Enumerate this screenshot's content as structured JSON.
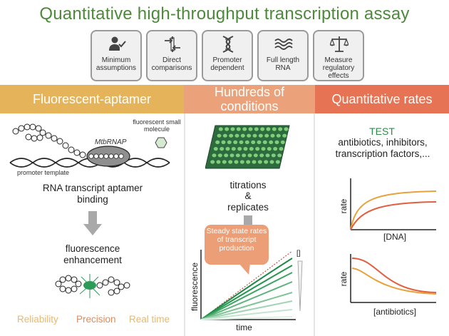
{
  "title": "Quantitative high-throughput transcription assay",
  "features": [
    {
      "label": "Minimum assumptions",
      "icon": "person-check-icon"
    },
    {
      "label": "Direct comparisons",
      "icon": "compare-arrows-icon"
    },
    {
      "label": "Promoter dependent",
      "icon": "dna-icon"
    },
    {
      "label": "Full length RNA",
      "icon": "waves-icon"
    },
    {
      "label": "Measure regulatory effects",
      "icon": "scale-icon"
    }
  ],
  "sections": {
    "fluorescent": {
      "header": "Fluorescent-aptamer",
      "mtb_label": "MtbRNAP",
      "small_molecule_label": "fluorescent small molecule",
      "promoter_label": "promoter template",
      "step1": "RNA transcript aptamer binding",
      "step2": "fluorescence enhancement",
      "footer": [
        "Reliability",
        "Precision",
        "Real time"
      ],
      "footer_colors": [
        "#e8b96c",
        "#e58a56",
        "#e8b96c"
      ]
    },
    "conditions": {
      "header": "Hundreds of conditions",
      "titrations": "titrations",
      "amp": "&",
      "replicates": "replicates",
      "callout": "Steady state rates of transcript production",
      "xlabel": "time",
      "ylabel": "fluorescence",
      "bracket": "[]"
    },
    "rates": {
      "header": "Quantitative rates",
      "test": "TEST",
      "test_desc": "antibiotics, inhibitors, transcription factors,...",
      "chart1_y": "rate",
      "chart1_x": "[DNA]",
      "chart2_y": "rate",
      "chart2_x": "[antibiotics]"
    }
  },
  "colors": {
    "title": "#4c8a3a",
    "band1": "#e5b45a",
    "band2": "#eba27b",
    "band3": "#e67354",
    "green": "#2e9a57",
    "orange_curve": "#e9a23b",
    "red_curve": "#e0603e"
  }
}
